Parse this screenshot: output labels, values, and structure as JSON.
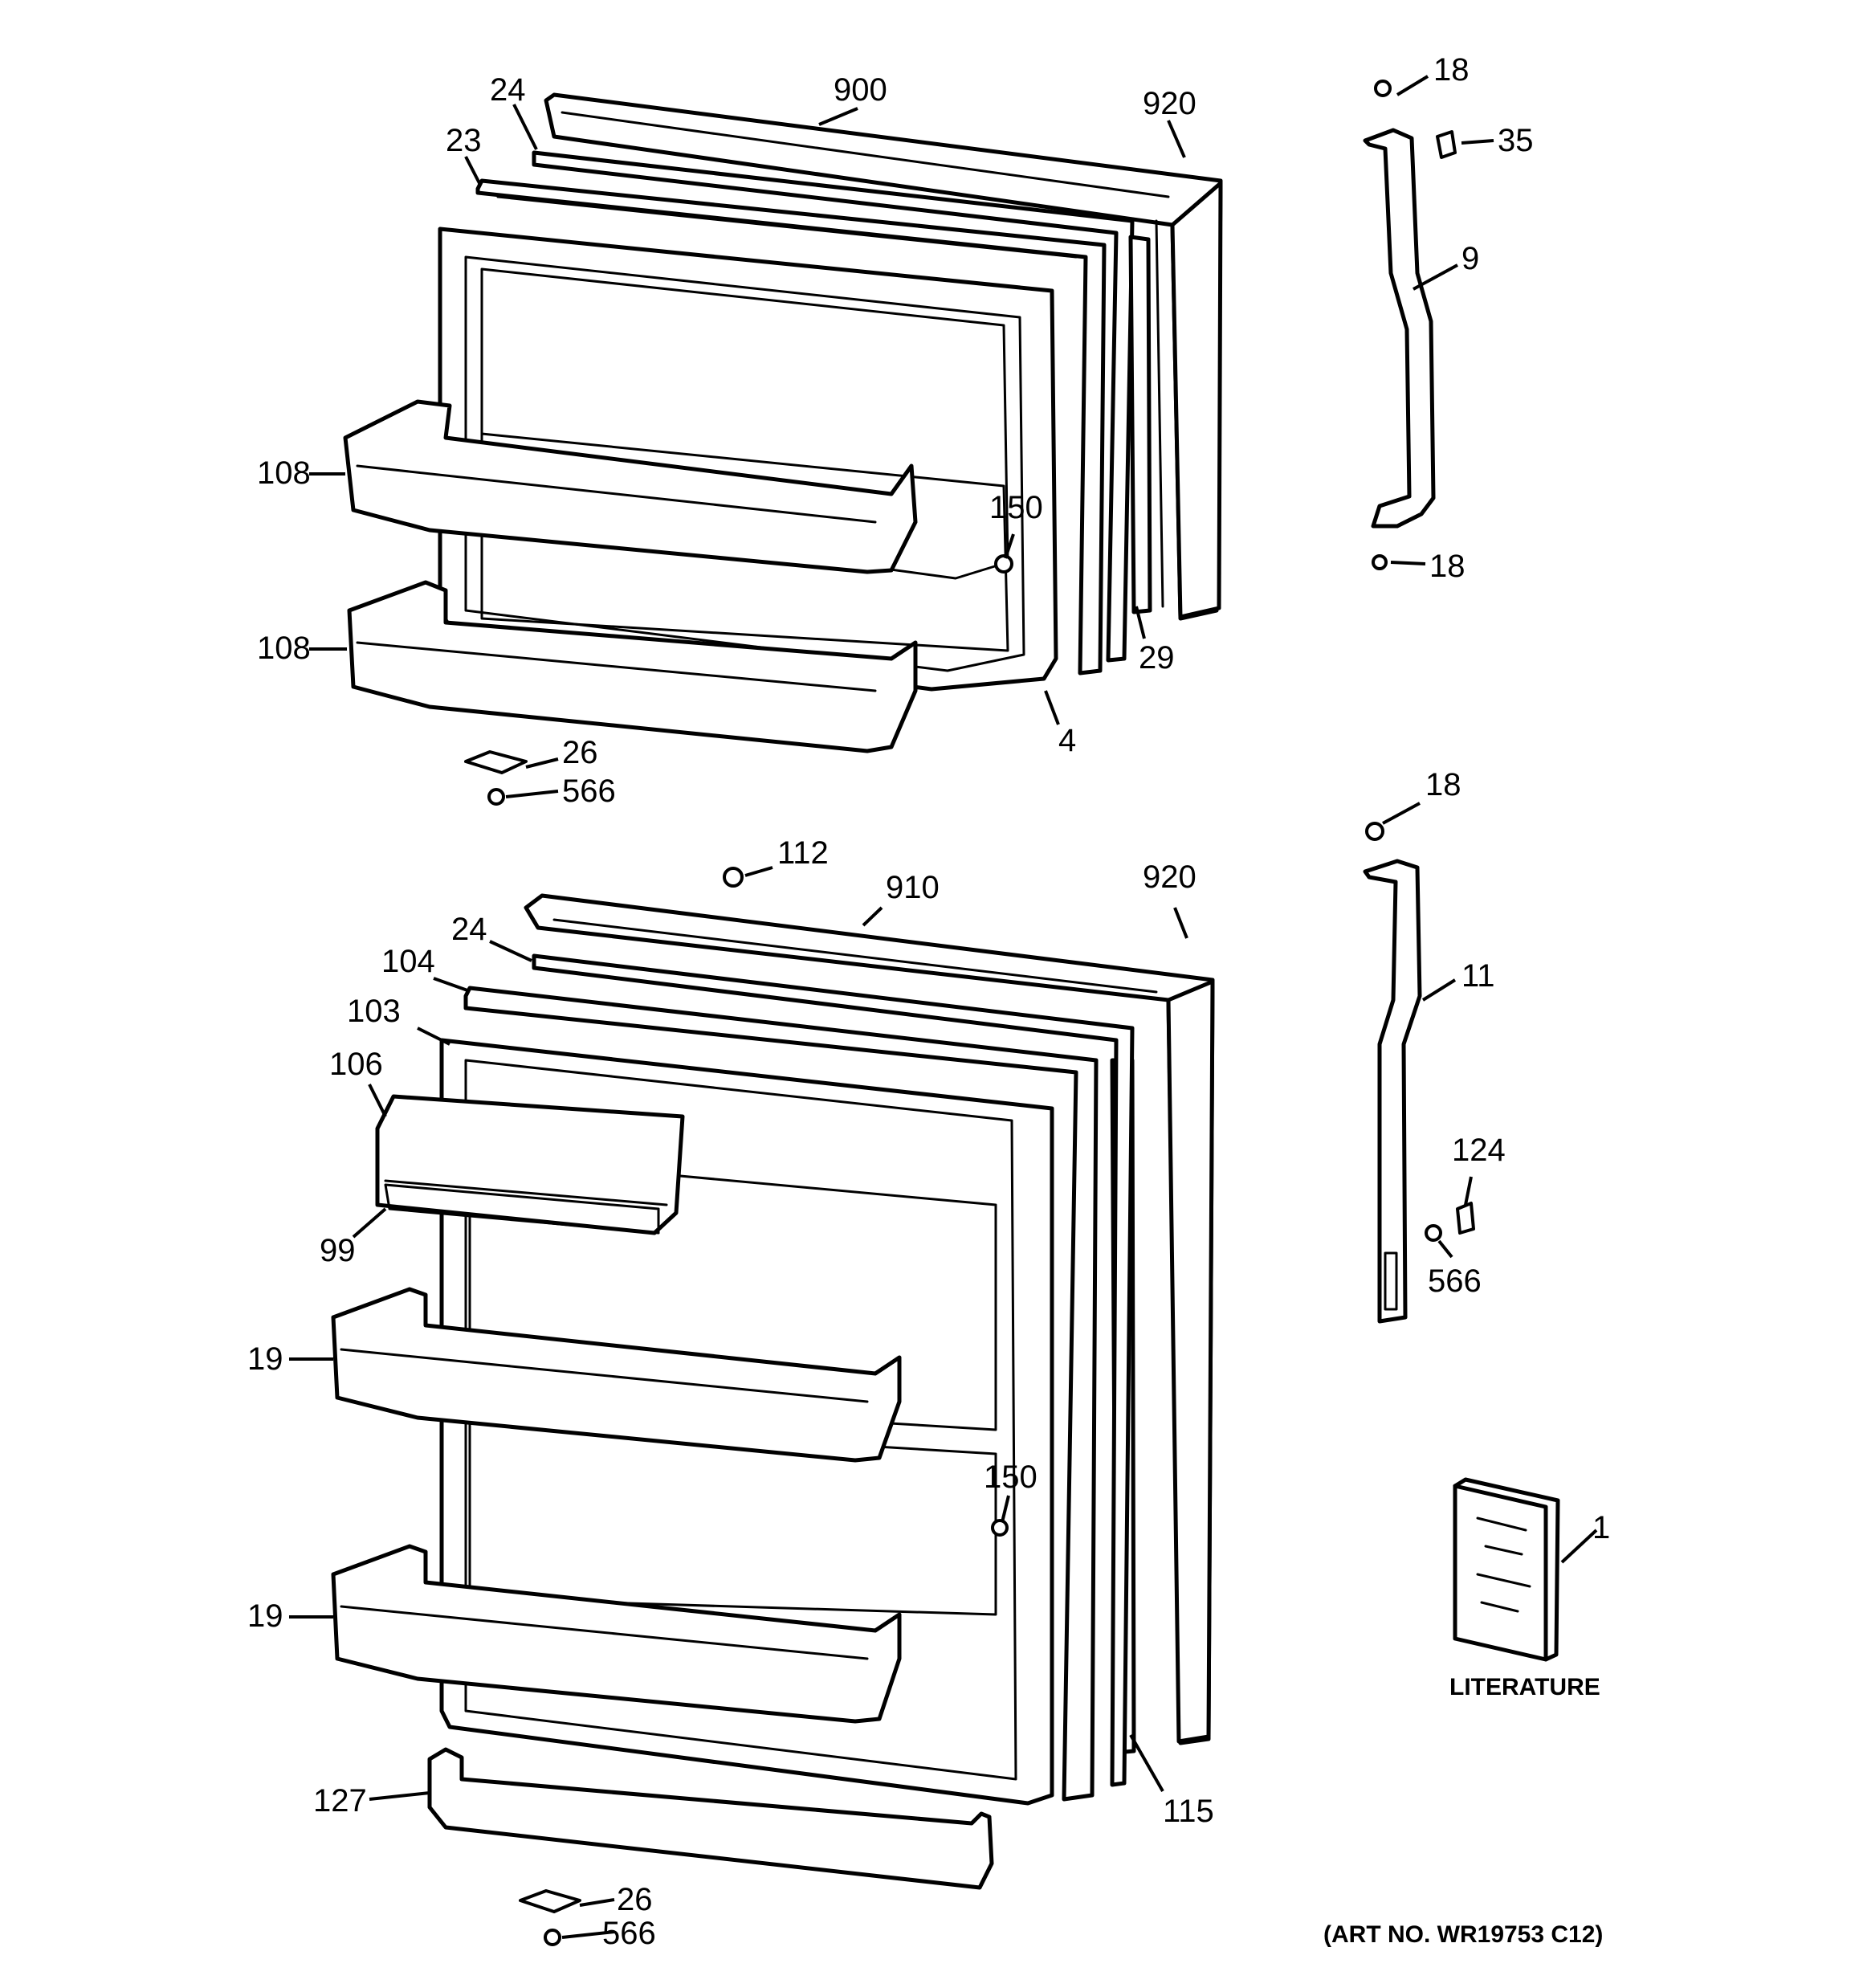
{
  "callouts": {
    "c900": "900",
    "c24a": "24",
    "c23": "23",
    "c920a": "920",
    "c18a": "18",
    "c35": "35",
    "c9": "9",
    "c108a": "108",
    "c108b": "108",
    "c150a": "150",
    "c18b": "18",
    "c29": "29",
    "c4": "4",
    "c26a": "26",
    "c566a": "566",
    "c18c": "18",
    "c112": "112",
    "c910": "910",
    "c920b": "920",
    "c24b": "24",
    "c104": "104",
    "c103": "103",
    "c106": "106",
    "c99": "99",
    "c11": "11",
    "c124": "124",
    "c566b": "566",
    "c19a": "19",
    "c19b": "19",
    "c150b": "150",
    "c1": "1",
    "c127": "127",
    "c115": "115",
    "c26b": "26",
    "c566c": "566"
  },
  "literature_label": "LITERATURE",
  "art_number": "(ART NO. WR19753 C12)"
}
